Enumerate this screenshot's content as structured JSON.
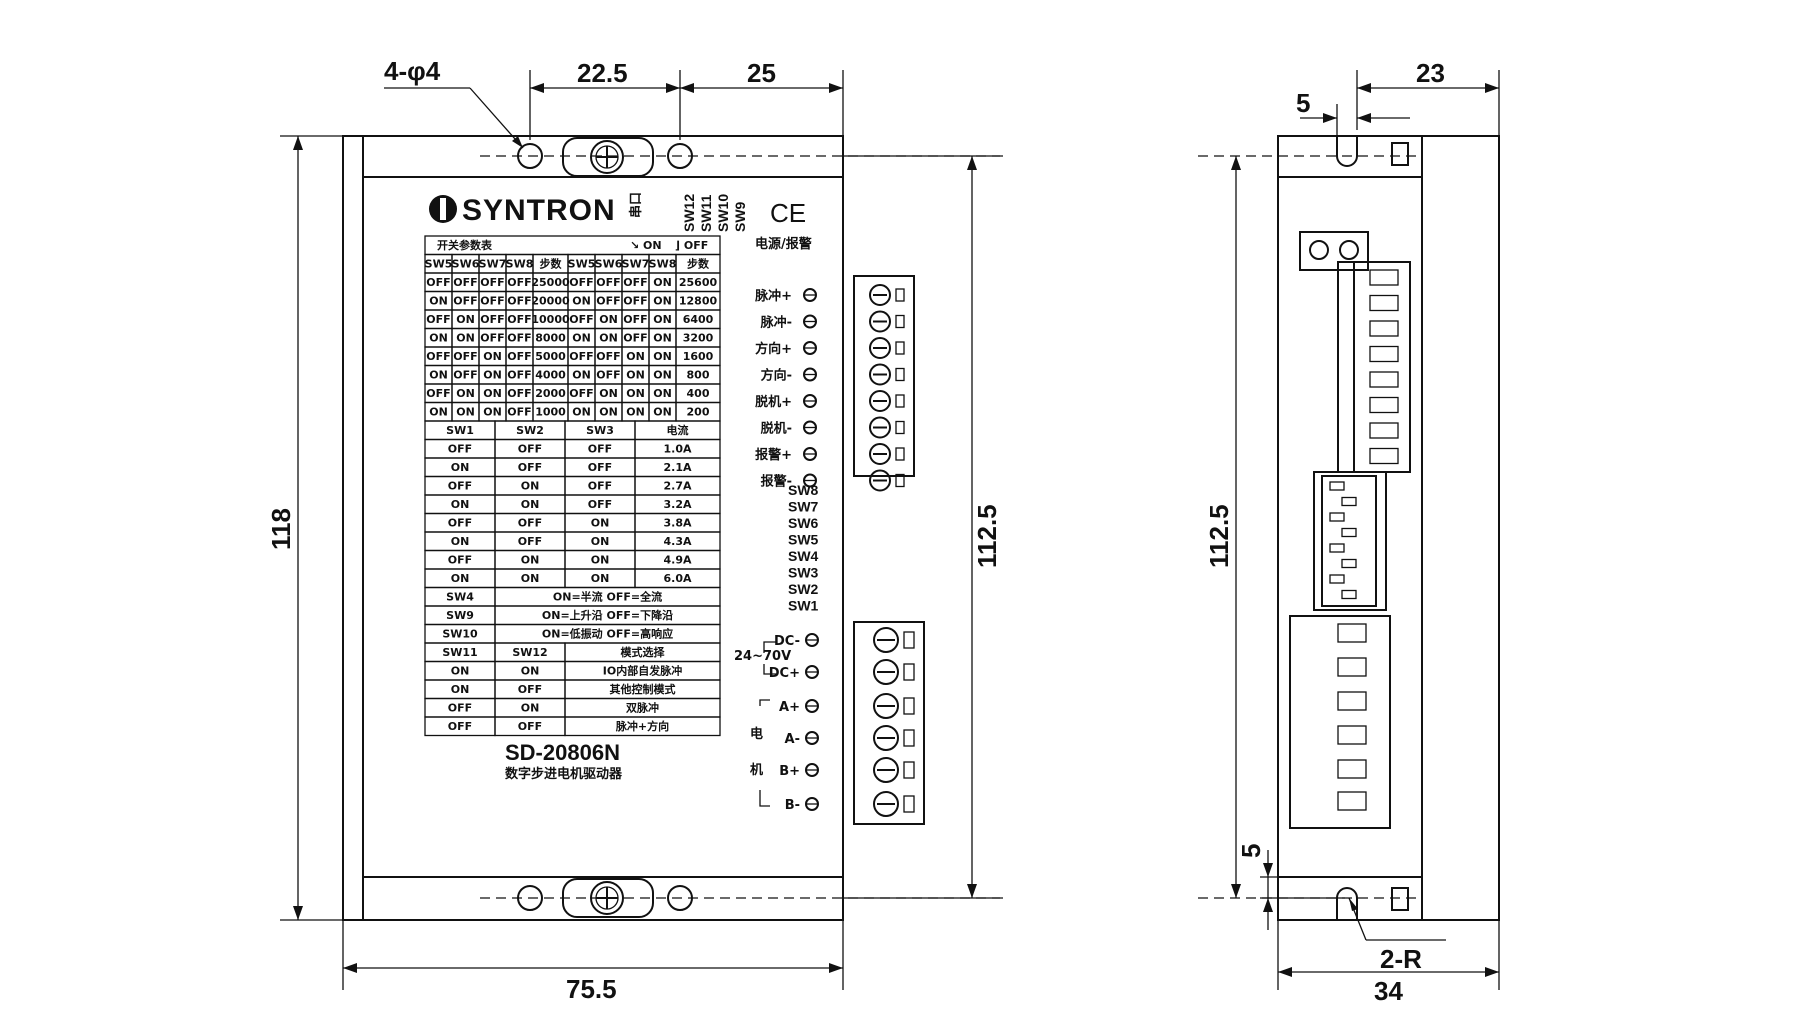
{
  "dimensions": {
    "holes": "4-φ4",
    "hole_spacing": "22.5",
    "hole_to_edge": "25",
    "height_total": "118",
    "height_holes": "112.5",
    "width_total": "75.5",
    "side_slot": "5",
    "side_top_offset": "23",
    "side_height": "112.5",
    "side_bottom_offset": "5",
    "side_radius": "2-R",
    "side_width": "34"
  },
  "front": {
    "brand": "SYNTRON",
    "serial_label": "串口",
    "ce_mark": "CE",
    "top_switches": [
      "SW12",
      "SW11",
      "SW10",
      "SW9"
    ],
    "power_alarm_label": "电源/报警",
    "model": "SD-20806N",
    "subtitle": "数字步进电机驱动器",
    "voltage": "24~70V",
    "motor_label": "电机"
  },
  "table": {
    "title": "开关参数表",
    "on_label": "ON",
    "off_label": "OFF",
    "microstep_header": [
      "SW5",
      "SW6",
      "SW7",
      "SW8",
      "步数",
      "SW5",
      "SW6",
      "SW7",
      "SW8",
      "步数"
    ],
    "microstep_rows": [
      [
        "OFF",
        "OFF",
        "OFF",
        "OFF",
        "25000",
        "OFF",
        "OFF",
        "OFF",
        "ON",
        "25600"
      ],
      [
        "ON",
        "OFF",
        "OFF",
        "OFF",
        "20000",
        "ON",
        "OFF",
        "OFF",
        "ON",
        "12800"
      ],
      [
        "OFF",
        "ON",
        "OFF",
        "OFF",
        "10000",
        "OFF",
        "ON",
        "OFF",
        "ON",
        "6400"
      ],
      [
        "ON",
        "ON",
        "OFF",
        "OFF",
        "8000",
        "ON",
        "ON",
        "OFF",
        "ON",
        "3200"
      ],
      [
        "OFF",
        "OFF",
        "ON",
        "OFF",
        "5000",
        "OFF",
        "OFF",
        "ON",
        "ON",
        "1600"
      ],
      [
        "ON",
        "OFF",
        "ON",
        "OFF",
        "4000",
        "ON",
        "OFF",
        "ON",
        "ON",
        "800"
      ],
      [
        "OFF",
        "ON",
        "ON",
        "OFF",
        "2000",
        "OFF",
        "ON",
        "ON",
        "ON",
        "400"
      ],
      [
        "ON",
        "ON",
        "ON",
        "OFF",
        "1000",
        "ON",
        "ON",
        "ON",
        "ON",
        "200"
      ]
    ],
    "current_header": [
      "SW1",
      "SW2",
      "SW3",
      "电流"
    ],
    "current_rows": [
      [
        "OFF",
        "OFF",
        "OFF",
        "1.0A"
      ],
      [
        "ON",
        "OFF",
        "OFF",
        "2.1A"
      ],
      [
        "OFF",
        "ON",
        "OFF",
        "2.7A"
      ],
      [
        "ON",
        "ON",
        "OFF",
        "3.2A"
      ],
      [
        "OFF",
        "OFF",
        "ON",
        "3.8A"
      ],
      [
        "ON",
        "OFF",
        "ON",
        "4.3A"
      ],
      [
        "OFF",
        "ON",
        "ON",
        "4.9A"
      ],
      [
        "ON",
        "ON",
        "ON",
        "6.0A"
      ]
    ],
    "function_rows": [
      [
        "SW4",
        "ON=半流   OFF=全流"
      ],
      [
        "SW9",
        "ON=上升沿  OFF=下降沿"
      ],
      [
        "SW10",
        "ON=低振动  OFF=高响应"
      ]
    ],
    "mode_header": [
      "SW11",
      "SW12",
      "模式选择"
    ],
    "mode_rows": [
      [
        "ON",
        "ON",
        "IO内部自发脉冲"
      ],
      [
        "ON",
        "OFF",
        "其他控制模式"
      ],
      [
        "OFF",
        "ON",
        "双脉冲"
      ],
      [
        "OFF",
        "OFF",
        "脉冲+方向"
      ]
    ]
  },
  "signal_terminals": [
    "脉冲+",
    "脉冲-",
    "方向+",
    "方向-",
    "脱机+",
    "脱机-",
    "报警+",
    "报警-"
  ],
  "dip_switches": [
    "SW8",
    "SW7",
    "SW6",
    "SW5",
    "SW4",
    "SW3",
    "SW2",
    "SW1"
  ],
  "power_terminals": [
    "DC-",
    "DC+",
    "A+",
    "A-",
    "B+",
    "B-"
  ]
}
